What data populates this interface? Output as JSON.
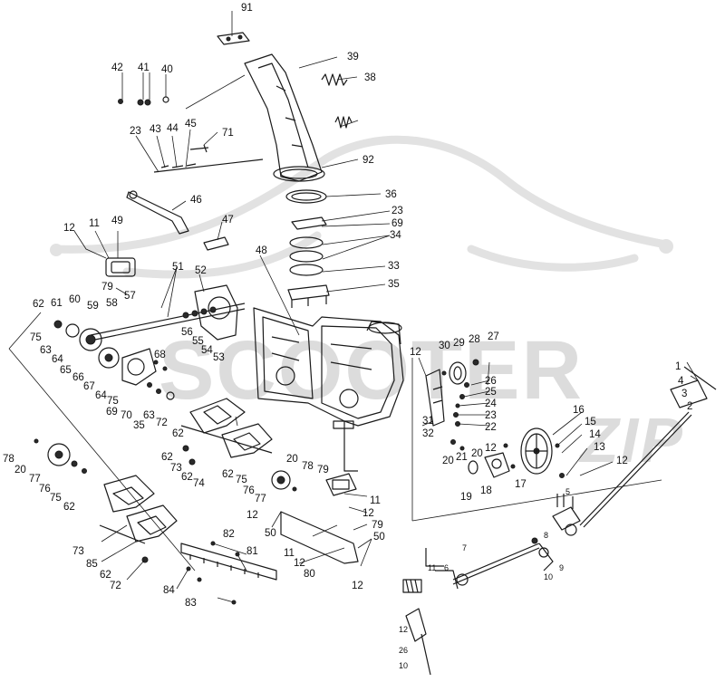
{
  "watermark": {
    "brand": "SCOOTER",
    "suffix": "ZIP",
    "color": "#dcdcdc"
  },
  "callouts": {
    "n91": "91",
    "n39": "39",
    "n38": "38",
    "n42": "42",
    "n41": "41",
    "n40": "40",
    "n23a": "23",
    "n43": "43",
    "n44": "44",
    "n45": "45",
    "n71": "71",
    "n92": "92",
    "n36": "36",
    "n46": "46",
    "n47": "47",
    "n23b": "23",
    "n69": "69",
    "n34": "34",
    "n33": "33",
    "n35a": "35",
    "n12a": "12",
    "n11a": "11",
    "n49": "49",
    "n48": "48",
    "n51": "51",
    "n52": "52",
    "n79a": "79",
    "n57": "57",
    "n58": "58",
    "n59": "59",
    "n60": "60",
    "n61": "61",
    "n62a": "62",
    "n75a": "75",
    "n63a": "63",
    "n64a": "64",
    "n56": "56",
    "n55": "55",
    "n54": "54",
    "n53": "53",
    "n65": "65",
    "n66": "66",
    "n67": "67",
    "n68": "68",
    "n64b": "64",
    "n75b": "75",
    "n69b": "69",
    "n70": "70",
    "n63b": "63",
    "n35b": "35",
    "n72a": "72",
    "n62b": "62",
    "n62c": "62",
    "n73a": "73",
    "n62d": "62",
    "n74": "74",
    "n62e": "62",
    "n75c": "75",
    "n76a": "76",
    "n77a": "77",
    "n78a": "78",
    "n20a": "20",
    "n77b": "77",
    "n76b": "76",
    "n75d": "75",
    "n62f": "62",
    "n20b": "20",
    "n78b": "78",
    "n79b": "79",
    "n11b": "11",
    "n12b": "12",
    "n12c": "12",
    "n50a": "50",
    "n79c": "79",
    "n50b": "50",
    "n11c": "11",
    "n12d": "12",
    "n80": "80",
    "n12e": "12",
    "n73b": "73",
    "n85": "85",
    "n62g": "62",
    "n72b": "72",
    "n82": "82",
    "n81": "81",
    "n84": "84",
    "n83": "83",
    "n12f": "12",
    "n30": "30",
    "n29": "29",
    "n28": "28",
    "n27": "27",
    "n26": "26",
    "n25": "25",
    "n24": "24",
    "n23c": "23",
    "n22": "22",
    "n31": "31",
    "n32": "32",
    "n20c": "20",
    "n21": "21",
    "n20d": "20",
    "n12g": "12",
    "n16": "16",
    "n15": "15",
    "n14": "14",
    "n13": "13",
    "n12h": "12",
    "n19": "19",
    "n18": "18",
    "n17": "17",
    "n1": "1",
    "n4": "4",
    "n3": "3",
    "n2": "2",
    "n7": "7",
    "n8": "8",
    "n9": "9",
    "n10": "10",
    "n11d": "11",
    "n6": "6",
    "n5": "5",
    "n12i": "12",
    "n26b": "26",
    "n10b": "10"
  }
}
